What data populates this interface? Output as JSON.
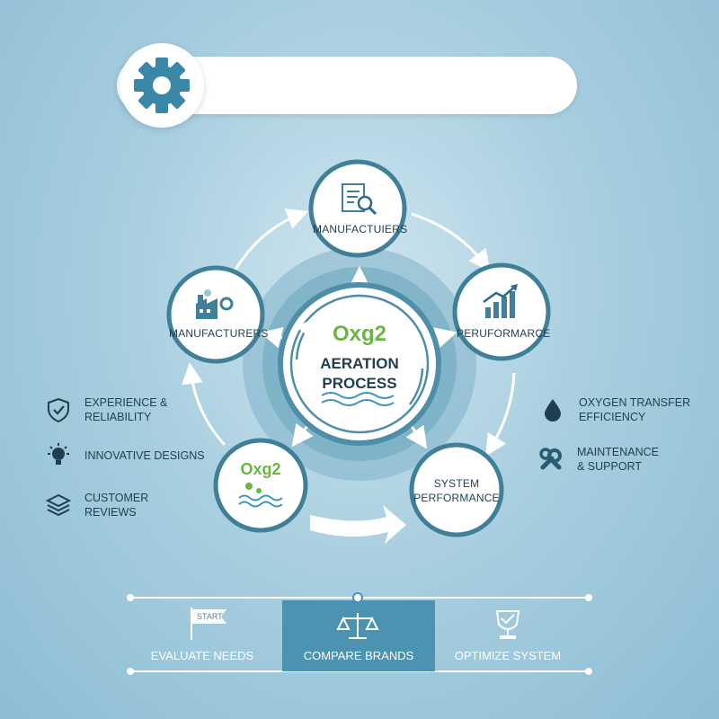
{
  "center": {
    "formula": "Oxg2",
    "title_line1": "AERATION",
    "title_line2": "PROCESS"
  },
  "nodes": {
    "top": "MANUFACTUIERS",
    "left": "MANUFACTURERS",
    "right": "PERUFORMARCE",
    "bottom_left": "Oxg2",
    "bottom_right_line1": "SYSTEM",
    "bottom_right_line2": "PERFORMANCE"
  },
  "left_list": [
    {
      "icon": "shield-check-icon",
      "text": "EXPERIENCE &\nRELIABILITY"
    },
    {
      "icon": "lightbulb-icon",
      "text": "INNOVATIVE DESIGNS"
    },
    {
      "icon": "layers-icon",
      "text": "CUSTOMER\nREVIEWS"
    }
  ],
  "right_list": [
    {
      "icon": "water-drop-icon",
      "text": "OXYGEN TRANSFER\nEFFICIENCY"
    },
    {
      "icon": "wrench-icon",
      "text": "MAINTENANCE\n& SUPPORT"
    }
  ],
  "timeline": {
    "start_flag": "START",
    "steps": [
      "EVALUATE NEEDS",
      "COMPARE BRANDS",
      "OPTIMIZE SYSTEM"
    ],
    "active_step": 1
  },
  "colors": {
    "primary": "#2f7f9e",
    "ring": "#4f8ea8",
    "accent_green": "#6ab544",
    "active_step_bg": "#4b93b0"
  }
}
